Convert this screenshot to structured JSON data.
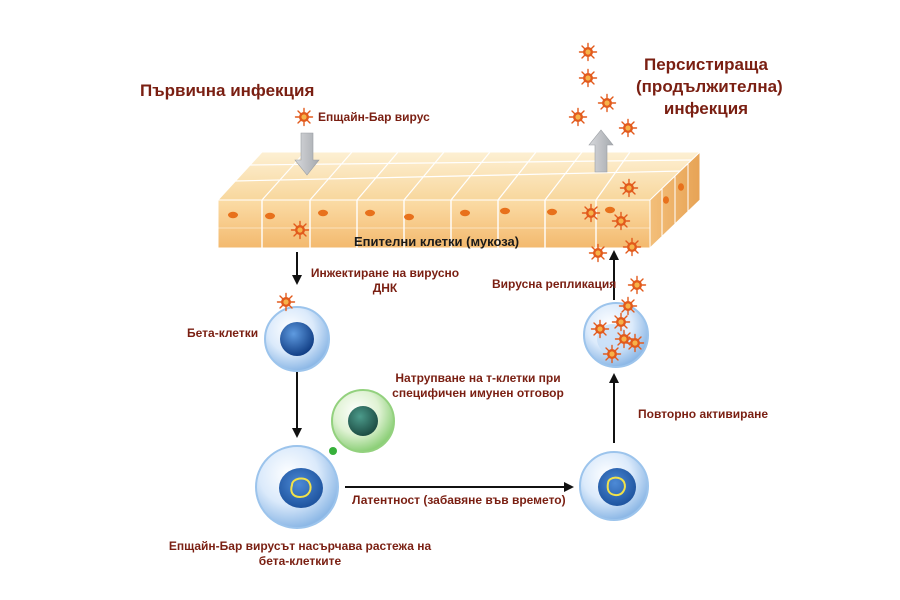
{
  "labels": {
    "primary_infection": "Първична инфекция",
    "persistent_infection_l1": "Персистираща",
    "persistent_infection_l2": "(продължителна)",
    "persistent_infection_l3": "инфекция",
    "ebv_virus": "Епщайн-Бар вирус",
    "epithelial_cells": "Епителни клетки (мукоза)",
    "injection_l1": "Инжектиране на вирусно",
    "injection_l2": "ДНК",
    "beta_cells": "Бета-клетки",
    "t_cells_l1": "Натрупване на т-клетки при",
    "t_cells_l2": "специфичен имунен отговор",
    "viral_replication": "Вирусна репликация",
    "reactivation": "Повторно активиране",
    "latency": "Латентност (забавяне във времето)",
    "growth_l1": "Епщайн-Бар вирусът насърчава растежа на",
    "growth_l2": "бета-клетките"
  },
  "colors": {
    "title_text": "#7a1f12",
    "cell_top": "#fbe3b6",
    "cell_front": "#f7c98a",
    "cell_side": "#eeb46d",
    "cell_border": "#ffffff",
    "nucleus_epithelial": "#e8711c",
    "b_cell_membrane": "#a9cdf0",
    "b_cell_nucleus": "#1f5fb0",
    "t_cell_membrane": "#a9d89a",
    "t_cell_nucleus": "#2e6f62",
    "virus": "#e25a1c",
    "arrow": "#111111",
    "grey_arrow": "#b9bcc0",
    "viral_dna": "#f2e24a"
  },
  "icons": [
    "virus-icon",
    "down-arrow-icon",
    "up-arrow-icon",
    "b-cell-icon",
    "t-cell-icon",
    "viral-dna-icon"
  ]
}
